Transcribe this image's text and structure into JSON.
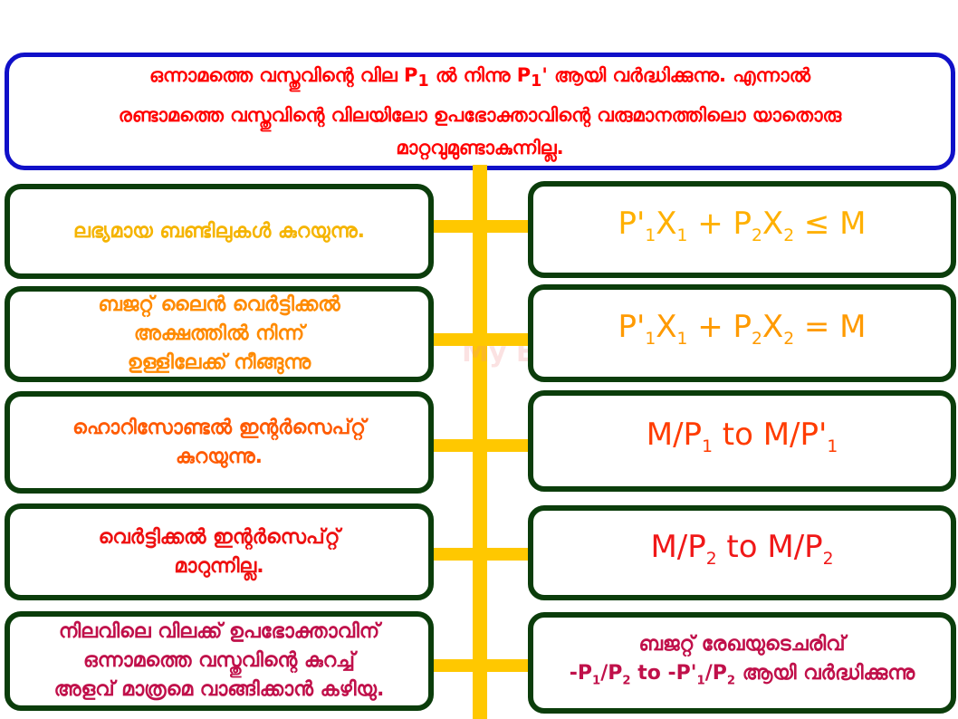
{
  "header": {
    "line1": [
      {
        "t": "ഒന്നാമത്തെ വസ്തുവിന്റെ വില P",
        "s": "1"
      },
      {
        "t": " ൽ നിന്നു P",
        "s": "1"
      },
      {
        "t": "' ആയി വർദ്ധിക്കുന്നു. എന്നാൽ",
        "s": ""
      }
    ],
    "line2": "രണ്ടാമത്തെ വസ്തുവിന്റെ വിലയിലോ ഉപഭോക്താവിന്റെ വരുമാനത്തിലൊ യാതൊരു",
    "line3": "മാറ്റവുമുണ്ടാകുന്നില്ല."
  },
  "watermark": "My Economics",
  "colors": {
    "border": "#0b3d0b",
    "connector": "#ffc800",
    "header_border": "#1010c8"
  },
  "rows": [
    {
      "left": [
        "ലഭ്യമായ ബണ്ടിലുകൾ കുറയുന്നു."
      ],
      "left_color": "#f5b400",
      "right": [
        [
          {
            "t": "P'",
            "s": "1"
          },
          {
            "t": "X",
            "s": "1"
          },
          {
            "t": " + P",
            "s": "2"
          },
          {
            "t": "X",
            "s": "2"
          },
          {
            "t": " ≤ M",
            "s": ""
          }
        ]
      ],
      "right_color": "#ffb000"
    },
    {
      "left": [
        "ബജറ്റ് ലൈൻ  വെർട്ടിക്കൽ",
        "അക്ഷത്തിൽ നിന്ന്",
        "ഉള്ളിലേക്ക് നീങ്ങുന്നു"
      ],
      "left_color": "#ff8a00",
      "right": [
        [
          {
            "t": "P'",
            "s": "1"
          },
          {
            "t": "X",
            "s": "1"
          },
          {
            "t": " + P",
            "s": "2"
          },
          {
            "t": "X",
            "s": "2"
          },
          {
            "t": " = M",
            "s": ""
          }
        ]
      ],
      "right_color": "#ff9a00"
    },
    {
      "left": [
        "ഹൊറിസോണ്ടൽ ഇന്റർസെപ്റ്റ്",
        "കുറയുന്നു."
      ],
      "left_color": "#ff5a00",
      "right": [
        [
          {
            "t": "M/P",
            "s": "1"
          },
          {
            "t": " to M/P'",
            "s": "1"
          }
        ]
      ],
      "right_color": "#ff3c00"
    },
    {
      "left": [
        "വെർട്ടിക്കൽ  ഇന്റർസെപ്റ്റ്",
        "മാറുന്നില്ല."
      ],
      "left_color": "#ee1010",
      "right": [
        [
          {
            "t": "M/P",
            "s": "2"
          },
          {
            "t": " to M/P",
            "s": "2"
          }
        ]
      ],
      "right_color": "#f01818"
    },
    {
      "left": [
        "നിലവിലെ വിലക്ക് ഉപഭോക്താവിന്",
        "ഒന്നാമത്തെ വസ്തുവിന്റെ കുറച്ച്",
        "അളവ് മാത്രമെ വാങ്ങിക്കാൻ കഴിയു."
      ],
      "left_color": "#c0104a",
      "right": [
        [
          {
            "t": "ബജറ്റ് രേഖയുടെചരിവ്",
            "s": ""
          }
        ],
        [
          {
            "t": "-P",
            "s": "1"
          },
          {
            "t": "/P",
            "s": "2"
          },
          {
            "t": " to -P'",
            "s": "1"
          },
          {
            "t": "/P",
            "s": "2"
          },
          {
            "t": " ആയി വർദ്ധിക്കുന്നു",
            "s": ""
          }
        ]
      ],
      "right_color": "#c0104a"
    }
  ]
}
